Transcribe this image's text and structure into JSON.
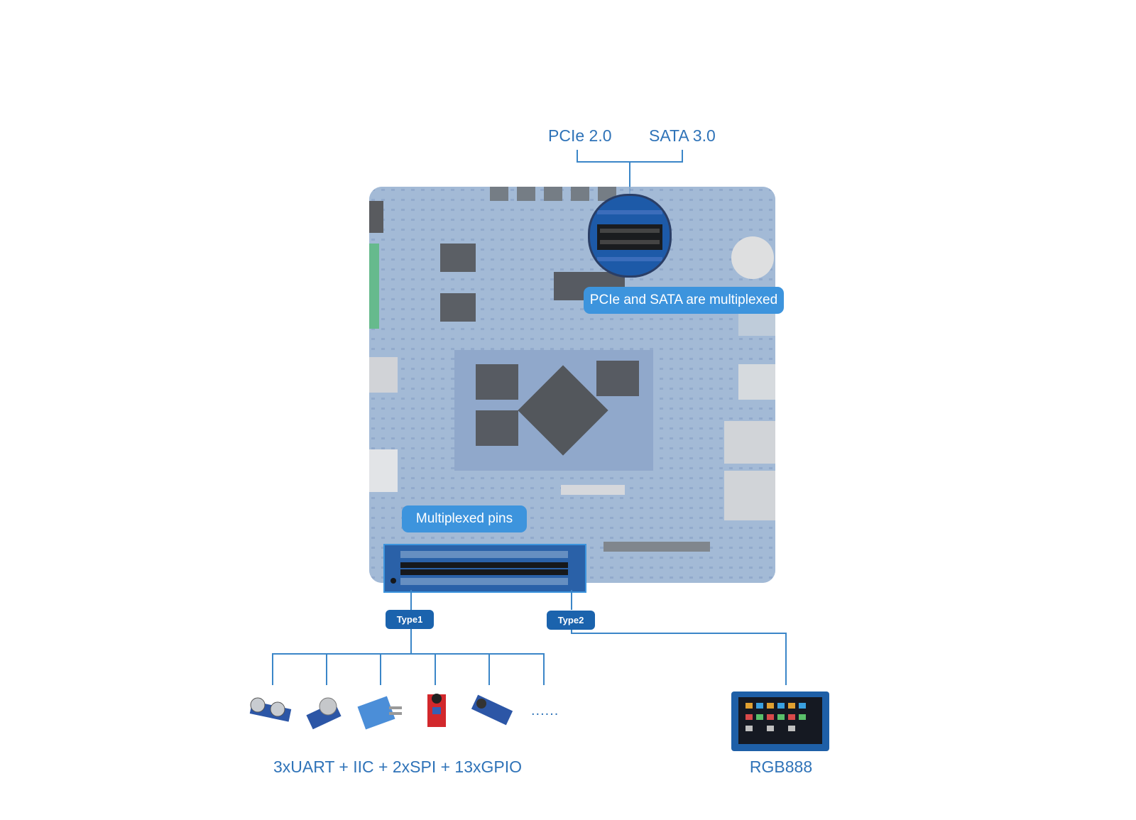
{
  "labels": {
    "pcie": "PCIe 2.0",
    "sata": "SATA 3.0",
    "multiplexed_callout": "PCIe and SATA are multiplexed",
    "pins_callout": "Multiplexed pins",
    "type1": "Type1",
    "type2": "Type2",
    "peripherals": "3xUART + IIC + 2xSPI + 13xGPIO",
    "display": "RGB888",
    "more": "......"
  },
  "colors": {
    "accent": "#3d94dd",
    "tag": "#1b63ad",
    "text": "#2f73b8",
    "board": "#9fb8d5"
  }
}
